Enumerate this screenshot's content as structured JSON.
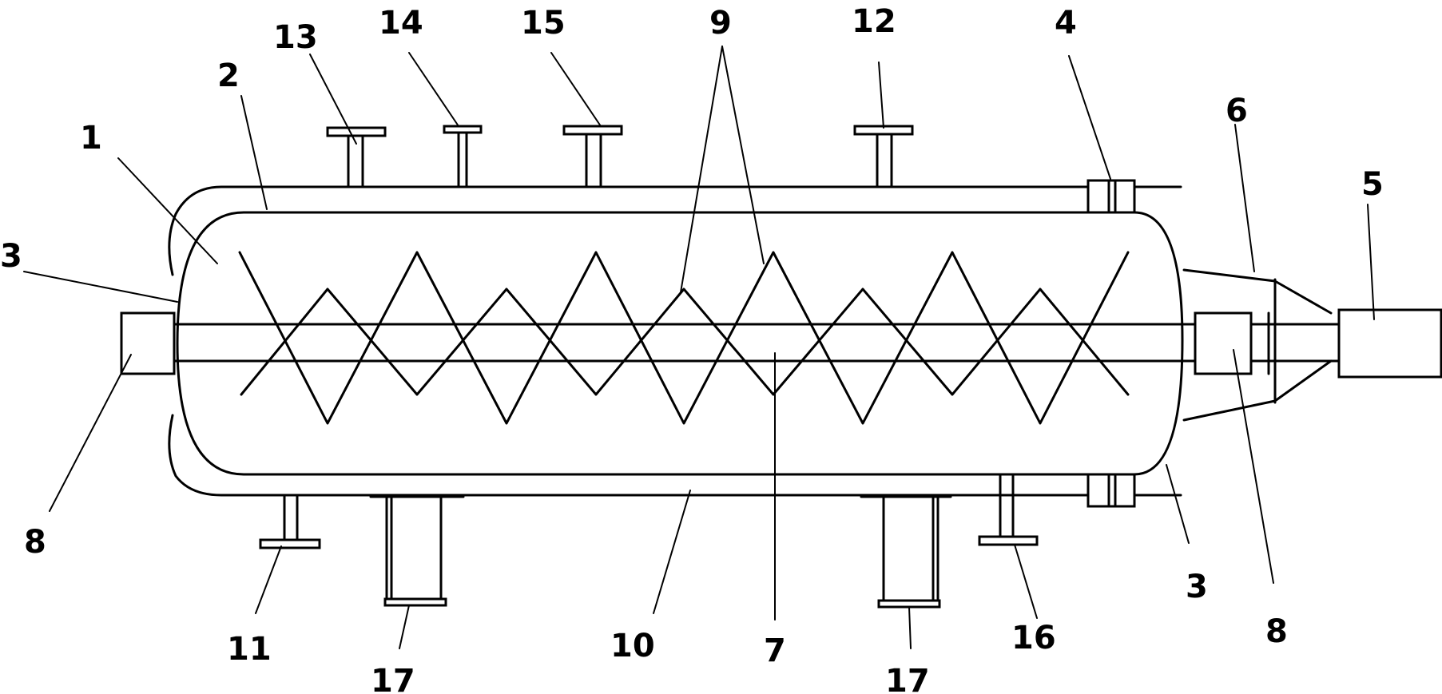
{
  "labels": {
    "l1": "1",
    "l2": "2",
    "l3a": "3",
    "l3b": "3",
    "l4": "4",
    "l5": "5",
    "l6": "6",
    "l7": "7",
    "l8a": "8",
    "l8b": "8",
    "l9": "9",
    "l10": "10",
    "l11": "11",
    "l12": "12",
    "l13": "13",
    "l14": "14",
    "l15": "15",
    "l16": "16",
    "l17a": "17",
    "l17b": "17"
  }
}
